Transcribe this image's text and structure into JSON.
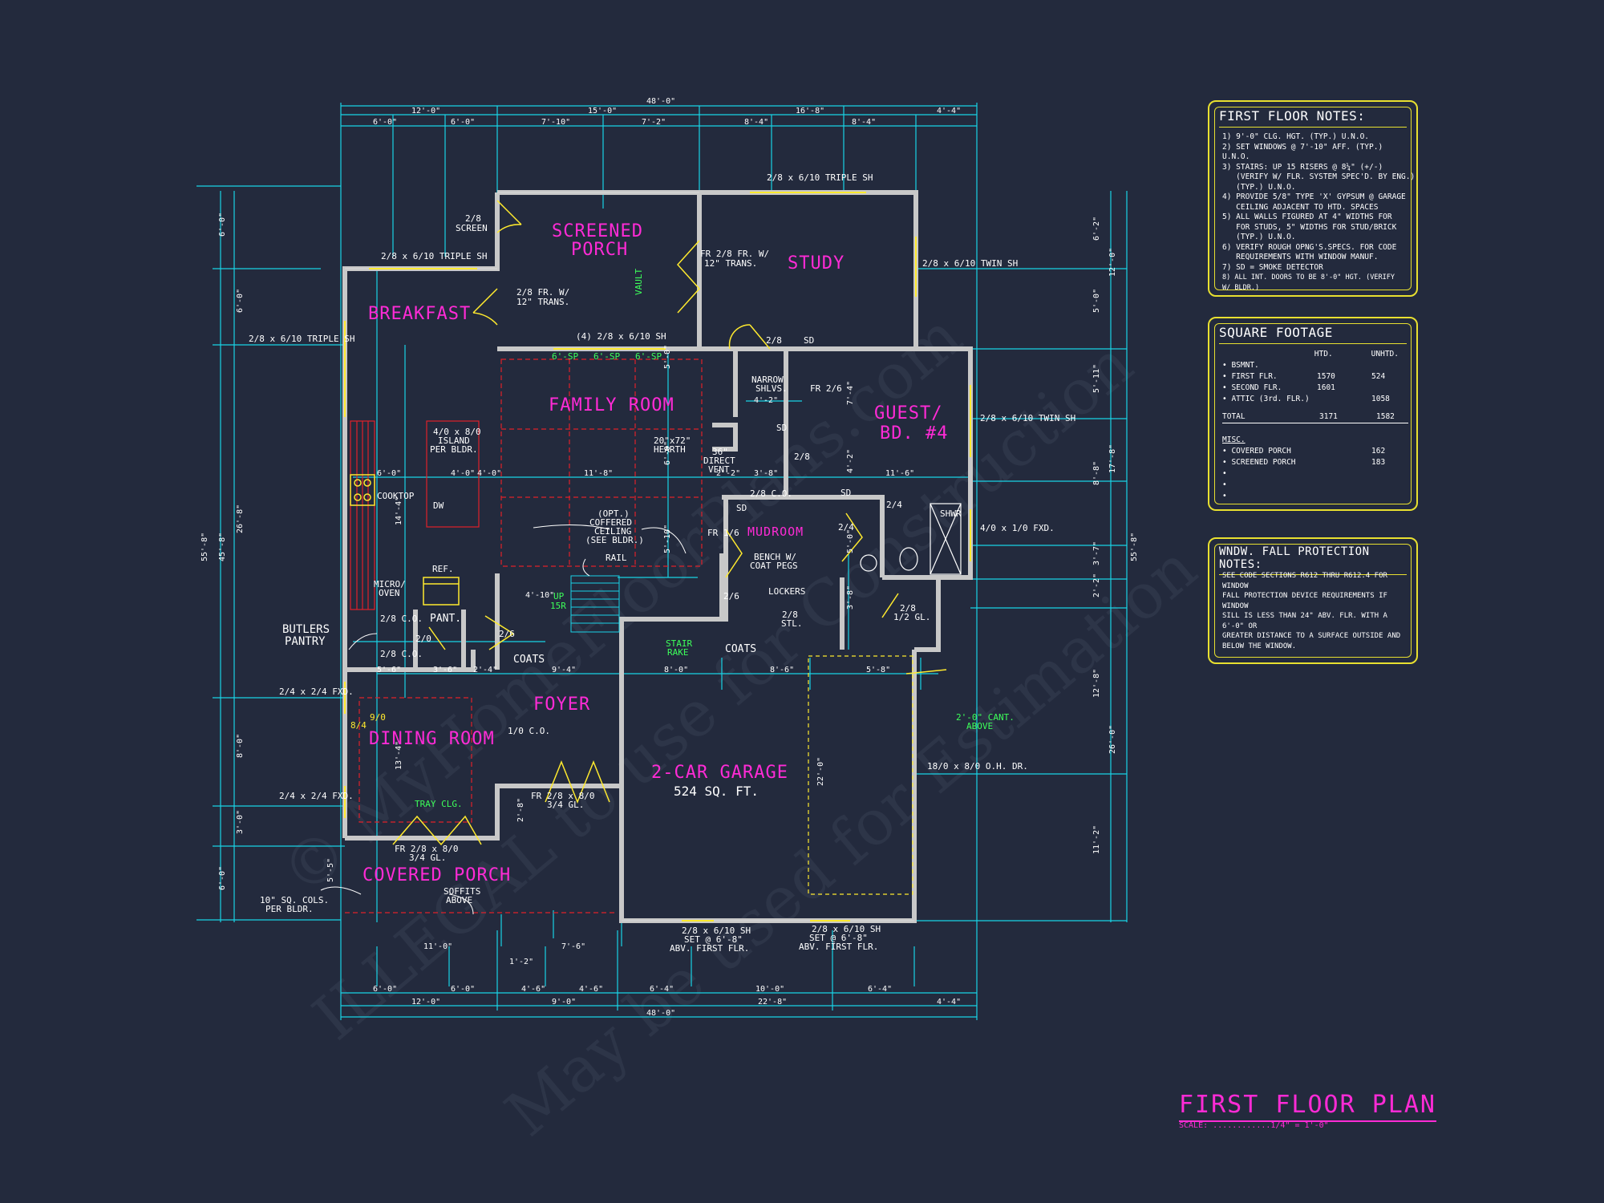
{
  "overall": {
    "dim_top": "48'-0\"",
    "dim_bottom": "48'-0\"",
    "dim_left": "55'-8\"",
    "dim_right": "55'-8\"",
    "top_row1": [
      "12'-0\"",
      "15'-0\"",
      "16'-8\"",
      "4'-4\""
    ],
    "top_row2": [
      "6'-0\"",
      "6'-0\"",
      "7'-10\"",
      "7'-2\"",
      "8'-4\"",
      "8'-4\""
    ],
    "bottom_row1": [
      "6'-0\"",
      "6'-0\"",
      "4'-6\"",
      "4'-6\"",
      "6'-4\"",
      "10'-0\"",
      "6'-4\""
    ],
    "bottom_row2": [
      "12'-0\"",
      "9'-0\"",
      "22'-8\"",
      "4'-4\""
    ],
    "left_dims": [
      "6'-0\"",
      "6'-0\"",
      "26'-8\"",
      "45'-8\"",
      "8'-0\"",
      "3'-0\"",
      "6'-0\""
    ],
    "right_dims": [
      "6'-2\"",
      "12'-0\"",
      "5'-0\"",
      "5'-11\"",
      "17'-8\"",
      "8'-8\"",
      "3'-7\"",
      "2'-2\"",
      "12'-8\"",
      "26'-0\"",
      "11'-2\""
    ]
  },
  "rooms": {
    "screened_porch_1": "SCREENED",
    "screened_porch_2": "PORCH",
    "study": "STUDY",
    "breakfast": "BREAKFAST",
    "family_room": "FAMILY ROOM",
    "guest_1": "GUEST/",
    "guest_2": "BD. #4",
    "mudroom": "MUDROOM",
    "foyer": "FOYER",
    "dining_room": "DINING ROOM",
    "garage": "2-CAR GARAGE",
    "garage_area": "524 SQ. FT.",
    "covered_porch": "COVERED PORCH",
    "butlers_1": "BUTLERS",
    "butlers_2": "PANTRY",
    "pantry": "PANT.",
    "coats_1": "COATS",
    "coats_2": "COATS"
  },
  "labels": {
    "triple_sh_top": "2/8 x 6/10 TRIPLE SH",
    "screen_door_1": "2/8",
    "screen_door_2": "SCREEN",
    "triple_sh_breakfast": "2/8 x 6/10 TRIPLE SH",
    "triple_sh_left": "2/8 x 6/10 TRIPLE SH",
    "fr_trans_1a": "2/8 FR. W/",
    "fr_trans_1b": "12\" TRANS.",
    "fr_trans_2a": "FR 2/8 FR. W/",
    "fr_trans_2b": "12\" TRANS.",
    "vault": "VAULT",
    "four_sh": "(4) 2/8 x 6/10 SH",
    "twin_sh_study": "2/8 x 6/10 TWIN SH",
    "twin_sh_guest": "2/8 x 6/10 TWIN SH",
    "sp1": "6'-SP",
    "sp2": "6'-SP",
    "sp3": "6'-SP",
    "door_28a": "2/8",
    "sd1": "SD",
    "narrow_1": "NARROW",
    "narrow_2": "SHLVS.",
    "fr26": "FR 2/6",
    "sd2": "SD",
    "door_28b": "2/8",
    "island_1": "4/0 x 8/0",
    "island_2": "ISLAND",
    "island_3": "PER BLDR.",
    "hearth_1": "20\"x72\"",
    "hearth_2": "HEARTH",
    "direct_1": "36\"",
    "direct_2": "DIRECT",
    "direct_3": "VENT",
    "cooktop": "COOKTOP",
    "dw": "DW",
    "co_28": "2/8 C.O.",
    "sd3": "SD",
    "sd4": "SD",
    "door_24a": "2/4",
    "shwr": "SHWR",
    "fxd_410": "4/0 x 1/0 FXD.",
    "coffered_1": "(OPT.)",
    "coffered_2": "COFFERED",
    "coffered_3": "CEILING",
    "coffered_4": "(SEE BLDR.)",
    "fr16": "FR 1/6",
    "door_24b": "2/4",
    "bench_1": "BENCH W/",
    "bench_2": "COAT PEGS",
    "rail": "RAIL",
    "micro_1": "MICRO/",
    "micro_2": "OVEN",
    "ref": "REF.",
    "up": "UP",
    "risers": "15R",
    "lockers": "LOCKERS",
    "door_26": "2/6",
    "door_28_stl_1": "2/8",
    "door_28_stl_2": "STL.",
    "half_gl_1": "2/8",
    "half_gl_2": "1/2 GL.",
    "co_28b": "2/8 C.O.",
    "co_28c": "2/8 C.O.",
    "door_20": "2/0",
    "door_26b": "2/6",
    "stair_1": "STAIR",
    "stair_2": "RAKE",
    "fxd_24a": "2/4 x 2/4 FXD.",
    "fxd_24b": "2/4 x 2/4 FXD.",
    "d84": "8/4",
    "d90": "9/0",
    "co_10": "1/0 C.O.",
    "cant_1": "2'-0\" CANT.",
    "cant_2": "ABOVE",
    "oh_door": "18/0 x 8/0 O.H. DR.",
    "fr28_a1": "FR 2/8 x 8/0",
    "fr28_a2": "3/4 GL.",
    "fr28_b1": "FR 2/8 x 8/0",
    "fr28_b2": "3/4 GL.",
    "tray": "TRAY CLG.",
    "cols_1": "10\" SQ. COLS.",
    "cols_2": "PER BLDR.",
    "soffits_1": "SOFFITS",
    "soffits_2": "ABOVE",
    "sh_a1": "2/8 x 6/10 SH",
    "sh_a2": "SET @ 6'-8\"",
    "sh_a3": "ABV. FIRST FLR.",
    "sh_b1": "2/8 x 6/10 SH",
    "sh_b2": "SET @ 6'-8\"",
    "sh_b3": "ABV. FIRST FLR.",
    "garage_dim": "22'-0\""
  },
  "inner_dims": [
    "4'-0\"",
    "11'-8\"",
    "4'-2\"",
    "3'-8\"",
    "2'-2\"",
    "11'-6\"",
    "6'-0\"",
    "4'-0\"",
    "14'-4\"",
    "9'-4\"",
    "5'-6\"",
    "3'-6\"",
    "2'-4\"",
    "8'-0\"",
    "8'-6\"",
    "5'-8\"",
    "4'-10\"",
    "13'-4\"",
    "5'-5\"",
    "11'-0\"",
    "7'-6\"",
    "1'-2\"",
    "5'-0\"",
    "2'-8\"",
    "3'-8\"",
    "5'-0\"",
    "4'-2\"",
    "7'-4\"",
    "6'-0\"",
    "5'-10\""
  ],
  "notes": {
    "title": "FIRST FLOOR NOTES:",
    "items": [
      "1) 9'-0\" CLG. HGT. (TYP.) U.N.O.",
      "2) SET WINDOWS @ 7'-10\" AFF. (TYP.) U.N.O.",
      "3) STAIRS: UP 15 RISERS @ 8¼\" (+/-)",
      "   (VERIFY W/ FLR. SYSTEM SPEC'D. BY ENG.)",
      "   (TYP.) U.N.O.",
      "4) PROVIDE 5/8\" TYPE 'X' GYPSUM @ GARAGE",
      "   CEILING ADJACENT TO HTD. SPACES",
      "5) ALL WALLS FIGURED AT 4\" WIDTHS FOR",
      "   FOR STUDS, 5\" WIDTHS FOR STUD/BRICK",
      "   (TYP.) U.N.O.",
      "6) VERIFY ROUGH OPNG'S.SPECS. FOR CODE",
      "   REQUIREMENTS WITH WINDOW MANUF.",
      "7) SD = SMOKE DETECTOR",
      "8) ALL INT. DOORS TO BE 8'-0\" HGT. (VERIFY W/ BLDR.)"
    ]
  },
  "square_footage": {
    "title": "SQUARE FOOTAGE",
    "col_htd": "HTD.",
    "col_unhtd": "UNHTD.",
    "rows": [
      {
        "label": "• BSMNT.",
        "htd": "",
        "unhtd": ""
      },
      {
        "label": "• FIRST FLR.",
        "htd": "1570",
        "unhtd": "524"
      },
      {
        "label": "• SECOND FLR.",
        "htd": "1601",
        "unhtd": ""
      },
      {
        "label": "• ATTIC (3rd. FLR.)",
        "htd": "",
        "unhtd": "1058"
      }
    ],
    "total_label": "TOTAL",
    "total_htd": "3171",
    "total_unhtd": "1582",
    "misc_label": "MISC.",
    "misc_rows": [
      {
        "label": "• COVERED PORCH",
        "value": "162"
      },
      {
        "label": "• SCREENED PORCH",
        "value": "183"
      },
      {
        "label": "•",
        "value": ""
      },
      {
        "label": "•",
        "value": ""
      },
      {
        "label": "•",
        "value": ""
      }
    ]
  },
  "window_notes": {
    "title": "WNDW. FALL PROTECTION NOTES:",
    "text": [
      "SEE CODE SECTIONS R612 THRU R612.4 FOR WINDOW",
      "FALL PROTECTION DEVICE REQUIREMENTS IF WINDOW",
      "SILL IS LESS THAN 24\" ABV. FLR. WITH A 6'-0\" OR",
      "GREATER DISTANCE TO A SURFACE OUTSIDE AND",
      "BELOW THE WINDOW."
    ]
  },
  "plan_title": "FIRST FLOOR PLAN",
  "plan_scale": "SCALE: ............1/4\" = 1'-0\"",
  "watermark": {
    "line1": "© MyHomeFloorPlans.com",
    "line2": "ILLEGAL to use for Construction",
    "line3": "May be used for Estimation"
  },
  "colors": {
    "background": "#232a3d",
    "walls": "#c8c8c8",
    "dimension": "#19d3e6",
    "room_label": "#ff2bd6",
    "door": "#ffea2e",
    "hidden": "#e0202a",
    "note_green": "#3dff5a"
  }
}
